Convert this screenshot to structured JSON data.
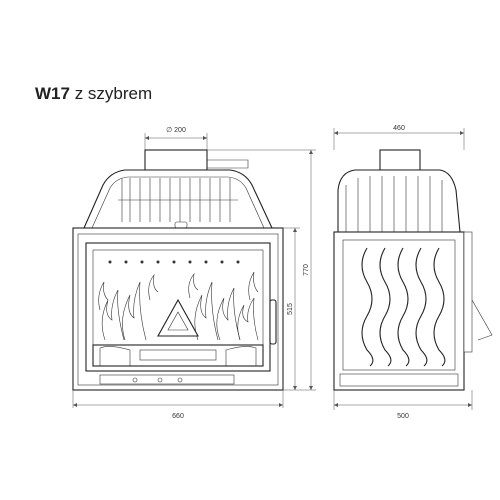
{
  "title": {
    "model": "W17",
    "variant": "z szybrem"
  },
  "dimensions": {
    "flue_diameter": "∅ 200",
    "front_width": "660",
    "door_height": "515",
    "total_height": "770",
    "top_depth": "460",
    "side_depth": "500"
  }
}
